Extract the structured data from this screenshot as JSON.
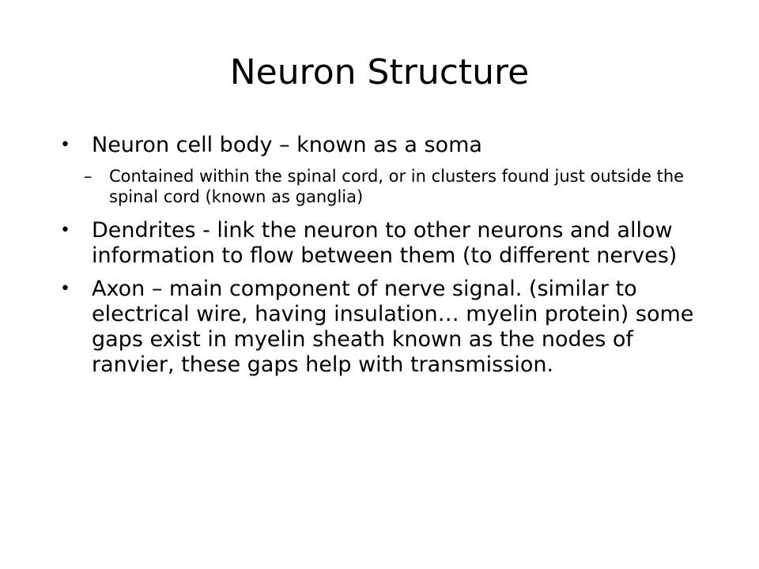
{
  "slide": {
    "title": "Neuron Structure",
    "bullet_symbol": "•",
    "sub_bullet_symbol": "–",
    "bullets": [
      {
        "text": "Neuron cell body – known as a soma",
        "subbullets": [
          "Contained within the spinal cord, or in clusters found just outside the spinal cord (known as ganglia)"
        ]
      },
      {
        "text": "Dendrites - link the neuron to other neurons and allow information to flow between them (to different nerves)",
        "subbullets": []
      },
      {
        "text": "Axon – main component of nerve signal. (similar to electrical wire, having insulation… myelin protein) some gaps exist in myelin sheath known as the nodes of ranvier, these gaps help with transmission.",
        "subbullets": []
      }
    ]
  }
}
